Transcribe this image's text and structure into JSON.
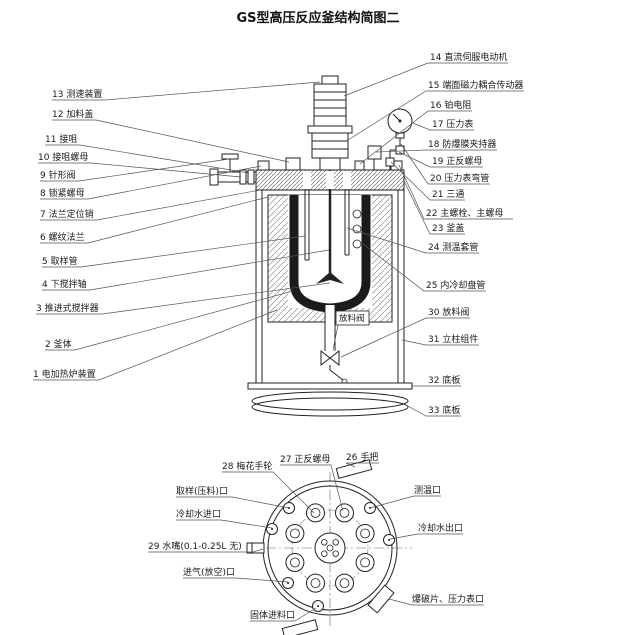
{
  "title": "GS型高压反应釜结构简图二",
  "left_labels": [
    "13 测速装置",
    "12 加料盖",
    "11 接咀",
    "10 接咀螺母",
    "9 针形阀",
    "8 锁紧螺母",
    "7 法兰定位销",
    "6 螺纹法兰",
    "5 取样管",
    "4 下搅拌轴",
    "3 推进式搅拌器",
    "2 釜体",
    "1 电加热炉装置"
  ],
  "right_labels": [
    "14 直流伺服电动机",
    "15 端面磁力耦合传动器",
    "16 铂电阻",
    "17 压力表",
    "18 防爆膜夹持器",
    "19 正反螺母",
    "20 压力表弯管",
    "21 三通",
    "22 主螺栓、主螺母",
    "23 釜盖",
    "24 测温套管",
    "25 内冷却盘管",
    "30 放料阀",
    "31 立柱组件",
    "32 底板",
    "33 底板"
  ],
  "valve_annotation": "放料阀",
  "bottom_labels": [
    "28 梅花手轮",
    "27 正反螺母",
    "26 手把",
    "取样(压料)口",
    "测温口",
    "冷却水进口",
    "冷却水出口",
    "29 水嘴(0.1-0.25L 无)",
    "进气(放空)口",
    "爆破片、压力表口",
    "固体进料口"
  ]
}
